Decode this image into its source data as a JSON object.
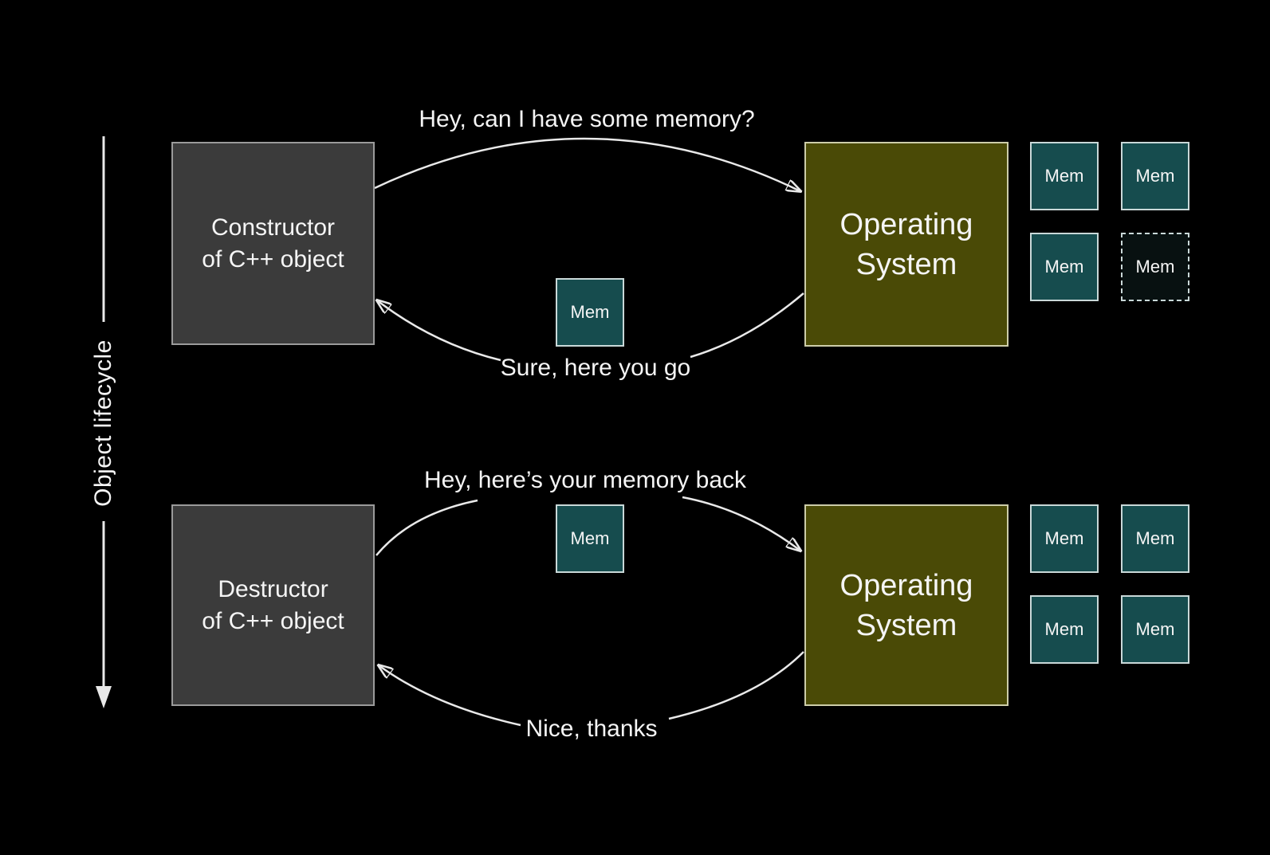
{
  "colors": {
    "background": "#000000",
    "object_box_fill": "#3b3b3b",
    "object_box_border": "#9b9b9b",
    "os_box_fill": "#4a4a06",
    "os_box_border": "#cdcdaa",
    "mem_box_fill": "#164c4e",
    "mem_box_border": "#c9d8d8",
    "mem_box_freed_fill": "#081111",
    "arrow_stroke": "#e9e9e9",
    "text": "#f5f5f5"
  },
  "lifecycle": {
    "label": "Object lifecycle"
  },
  "top_flow": {
    "left_box": {
      "line1": "Constructor",
      "line2": "of C++ object"
    },
    "right_box": {
      "line1": "Operating",
      "line2": "System"
    },
    "request_label": "Hey, can I have some memory?",
    "response_label": "Sure, here you go",
    "transfer_mem": {
      "label": "Mem"
    },
    "mem_grid": [
      {
        "label": "Mem",
        "state": "allocated"
      },
      {
        "label": "Mem",
        "state": "allocated"
      },
      {
        "label": "Mem",
        "state": "allocated"
      },
      {
        "label": "Mem",
        "state": "given-away"
      }
    ]
  },
  "bottom_flow": {
    "left_box": {
      "line1": "Destructor",
      "line2": "of C++ object"
    },
    "right_box": {
      "line1": "Operating",
      "line2": "System"
    },
    "request_label": "Hey, here’s your memory back",
    "response_label": "Nice, thanks",
    "transfer_mem": {
      "label": "Mem"
    },
    "mem_grid": [
      {
        "label": "Mem",
        "state": "allocated"
      },
      {
        "label": "Mem",
        "state": "allocated"
      },
      {
        "label": "Mem",
        "state": "allocated"
      },
      {
        "label": "Mem",
        "state": "allocated"
      }
    ]
  }
}
